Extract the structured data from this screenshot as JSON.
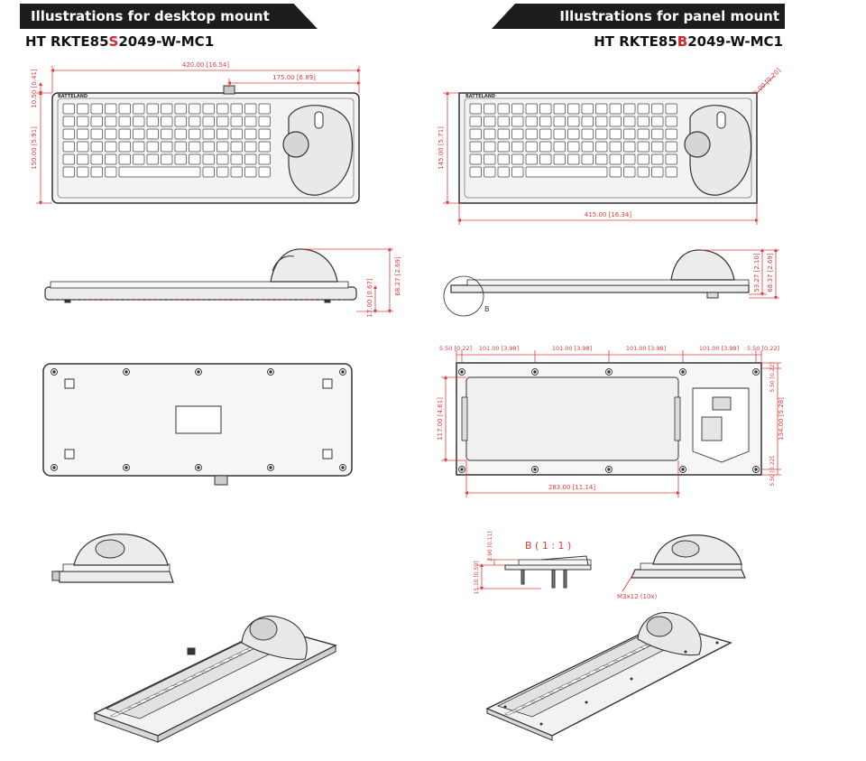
{
  "left": {
    "banner": "Illustrations for desktop mount",
    "model": {
      "prefix": "HT RKTE85",
      "highlight": "S",
      "suffix": "2049-W-MC1"
    },
    "dims": {
      "width_total": "420.00 [16.54]",
      "width_partial": "175.00 [6.89]",
      "height_top": "10.50 [0.41]",
      "height_main": "150.00 [5.91]",
      "side_height_1": "17.00 [0.67]",
      "side_height_2": "68.27 [2.69]"
    }
  },
  "right": {
    "banner": "Illustrations for panel mount",
    "model": {
      "prefix": "HT RKTE85",
      "highlight": "B",
      "suffix": "2049-W-MC1"
    },
    "dims": {
      "corner": "5.00 [0.20]",
      "height_main": "145.00 [5.71]",
      "width_total": "415.00 [16.34]",
      "side_height_1": "53.27 [2.10]",
      "side_height_2": "68.37 [2.69]",
      "detail_callout": "B",
      "bottom_pitch": [
        "5.50 [0.22]",
        "101.00 [3.98]",
        "101.00 [3.98]",
        "101.00 [3.98]",
        "101.00 [3.98]",
        "5.50 [0.22]"
      ],
      "bottom_height_left": "117.00 [4.61]",
      "bottom_height_right_top": "5.50 [0.22]",
      "bottom_height_right_mid": "134.00 [5.28]",
      "bottom_height_right_bot": "5.50 [0.22]",
      "bottom_width": "283.00 [11.14]",
      "detail_title": "B ( 1 : 1 )",
      "detail_dim_1": "2.90 [0.11]",
      "detail_dim_2": "15.10 [0.59]",
      "screw_label": "M3x12 (10x)"
    }
  },
  "brand_mark": "BATTELAND",
  "colors": {
    "dimension": "#e23b3b",
    "banner": "#1d1d1d",
    "highlight": "#d7262b",
    "outline": "#333333"
  }
}
